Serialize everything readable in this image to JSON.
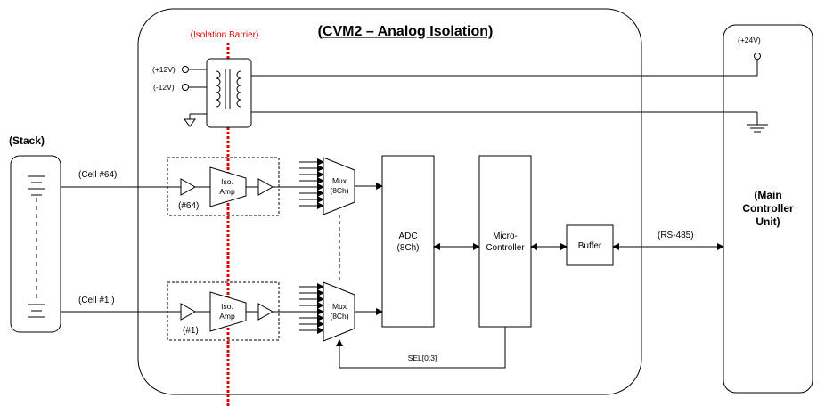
{
  "title": "(CVM2 – Analog Isolation)",
  "isolation_label": "(Isolation Barrier)",
  "stack_label": "(Stack)",
  "cell_top_label": "(Cell #64)",
  "cell_bottom_label": "(Cell #1 )",
  "plus12_label": "(+12V)",
  "minus12_label": "(-12V)",
  "plus24_label": "(+24V)",
  "iso_amp_top": {
    "line1": "Iso.",
    "line2": "Amp",
    "channel": "(#64)"
  },
  "iso_amp_bottom": {
    "line1": "Iso.",
    "line2": "Amp",
    "channel": "(#1)"
  },
  "mux_top": {
    "line1": "Mux",
    "line2": "(8Ch)"
  },
  "mux_bottom": {
    "line1": "Mux",
    "line2": "(8Ch)"
  },
  "adc": {
    "line1": "ADC",
    "line2": "(8Ch)"
  },
  "micro": {
    "line1": "Micro-",
    "line2": "Controller"
  },
  "buffer_label": "Buffer",
  "rs485_label": "(RS-485)",
  "sel_label": "SEL[0:3]",
  "main_unit": {
    "line1": "(Main",
    "line2": "Controller",
    "line3": "Unit)"
  },
  "colors": {
    "barrier": "#e00000",
    "line": "#000000"
  }
}
